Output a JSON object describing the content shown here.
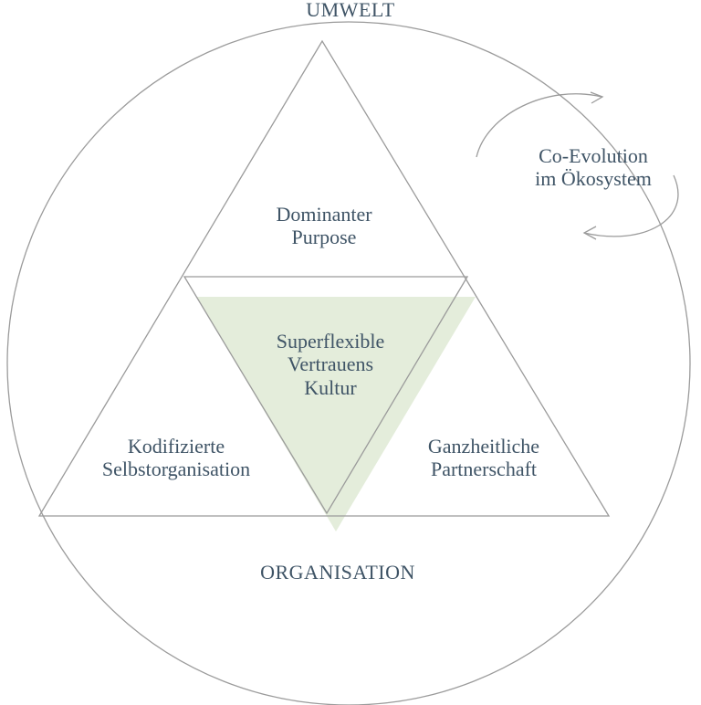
{
  "diagram": {
    "top_label": "UMWELT",
    "bottom_label": "ORGANISATION",
    "co_evolution": {
      "line1": "Co-Evolution",
      "line2": "im Ökosystem"
    },
    "top_segment": {
      "line1": "Dominanter",
      "line2": "Purpose"
    },
    "center_segment": {
      "line1": "Superflexible",
      "line2": "Vertrauens",
      "line3": "Kultur"
    },
    "left_segment": {
      "line1": "Kodifizierte",
      "line2": "Selbstorganisation"
    },
    "right_segment": {
      "line1": "Ganzheitliche",
      "line2": "Partnerschaft"
    },
    "colors": {
      "text": "#3f5466",
      "lines": "#9b9b9b",
      "accent_fill": "#e4eddb"
    }
  }
}
